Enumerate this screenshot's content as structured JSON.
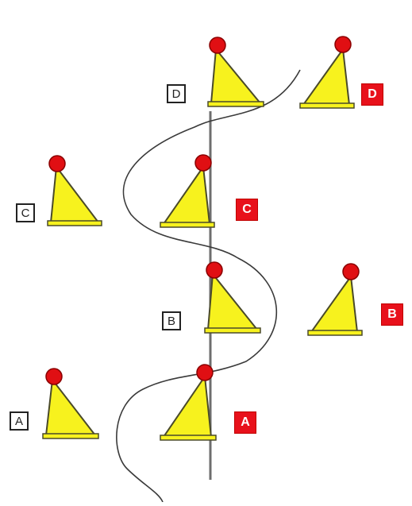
{
  "colors": {
    "cone_fill": "#f7f21e",
    "cone_stroke": "#4a4a2a",
    "ball_fill": "#e00f13",
    "ball_stroke": "#8a0000",
    "line": "#6e6e6e",
    "path": "#3a3a3a",
    "red_label": "#e8111b"
  },
  "labels": {
    "left": [
      "A",
      "B",
      "C",
      "D"
    ],
    "right": [
      "A",
      "B",
      "C",
      "D"
    ]
  }
}
